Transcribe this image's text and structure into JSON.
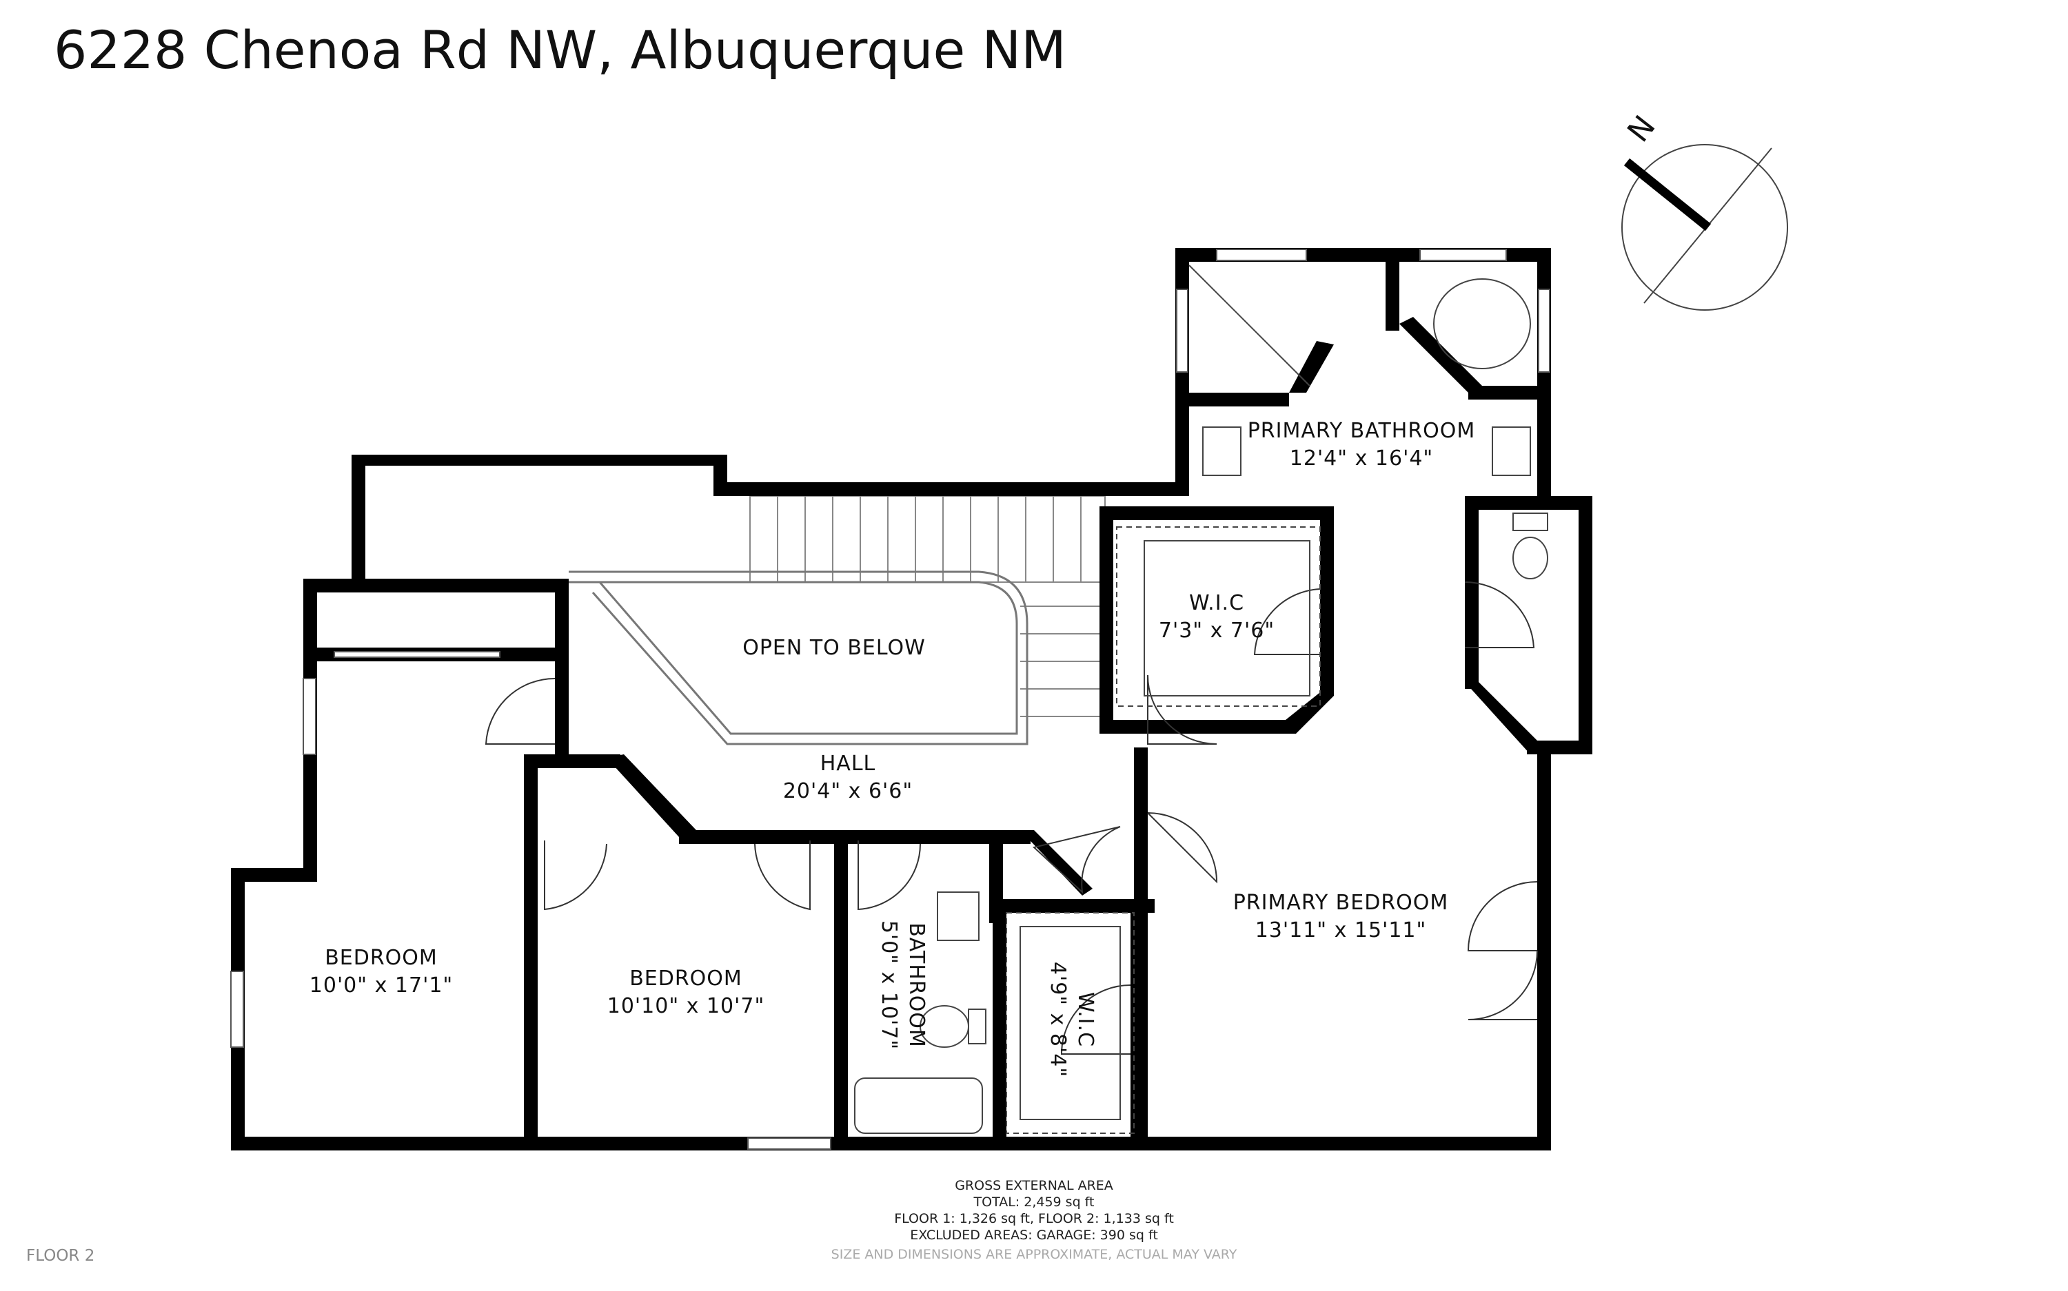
{
  "title": "6228 Chenoa Rd NW, Albuquerque NM",
  "floor_label": "FLOOR 2",
  "compass": {
    "label": "N"
  },
  "rooms": {
    "primary_bathroom": {
      "name": "PRIMARY BATHROOM",
      "size": "12'4\" x 16'4\""
    },
    "wic_upper": {
      "name": "W.I.C",
      "size": "7'3\" x 7'6\""
    },
    "open_to_below": {
      "name": "OPEN TO BELOW"
    },
    "hall": {
      "name": "HALL",
      "size": "20'4\" x 6'6\""
    },
    "primary_bedroom": {
      "name": "PRIMARY BEDROOM",
      "size": "13'11\" x 15'11\""
    },
    "bedroom_left": {
      "name": "BEDROOM",
      "size": "10'0\" x 17'1\""
    },
    "bedroom_mid": {
      "name": "BEDROOM",
      "size": "10'10\" x 10'7\""
    },
    "bathroom": {
      "name": "BATHROOM",
      "size": "5'0\" x 10'7\""
    },
    "wic_lower": {
      "name": "W.I.C",
      "size": "4'9\" x 8'4\""
    }
  },
  "area_summary": {
    "heading": "GROSS EXTERNAL AREA",
    "total": "TOTAL: 2,459 sq ft",
    "floors": "FLOOR 1: 1,326 sq ft, FLOOR 2: 1,133 sq ft",
    "excluded": "EXCLUDED AREAS: GARAGE: 390 sq ft",
    "disclaimer": "SIZE AND DIMENSIONS ARE APPROXIMATE, ACTUAL MAY VARY"
  }
}
